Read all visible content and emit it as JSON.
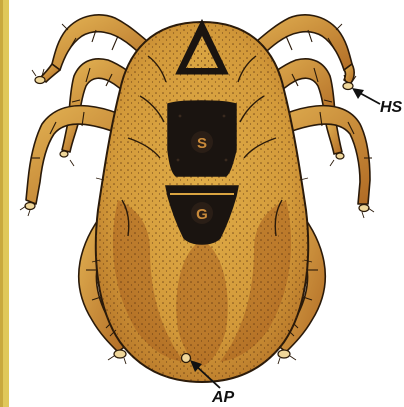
{
  "labels": {
    "sternal_plate": "S",
    "genital_plate": "G",
    "hair_sucker": "HS",
    "anal_pore": "AP"
  },
  "colors": {
    "body_fill": "#d9a441",
    "body_dark": "#8e4f1c",
    "plate": "#1a1410",
    "left_border": "#e0c85a",
    "outline": "#2a1a0a"
  }
}
